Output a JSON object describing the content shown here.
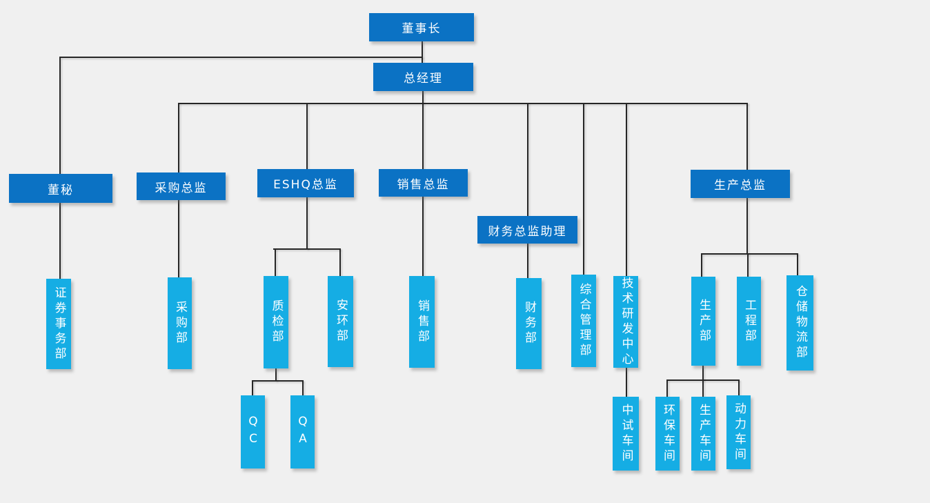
{
  "colors": {
    "level_box": "#0b72c4",
    "dept_box": "#15ade4",
    "connector": "#262626",
    "background": "#f0f0f0",
    "text": "#ffffff"
  },
  "org": {
    "chairman": {
      "label": "董事长",
      "reports_to": null
    },
    "general_manager": {
      "label": "总经理",
      "reports_to": "董事长"
    },
    "board_secretary": {
      "label": "董秘",
      "reports_to": "董事长"
    },
    "procurement_director": {
      "label": "采购总监",
      "reports_to": "总经理"
    },
    "eshq_director": {
      "label": "ESHQ总监",
      "reports_to": "总经理"
    },
    "sales_director": {
      "label": "销售总监",
      "reports_to": "总经理"
    },
    "finance_director_assistant": {
      "label": "财务总监助理",
      "reports_to": "总经理"
    },
    "production_director": {
      "label": "生产总监",
      "reports_to": "总经理"
    },
    "securities_affairs_dept": {
      "label": "证券事务部",
      "reports_to": "董秘"
    },
    "procurement_dept": {
      "label": "采购部",
      "reports_to": "采购总监"
    },
    "quality_inspection_dept": {
      "label": "质检部",
      "reports_to": "ESHQ总监"
    },
    "safety_env_dept": {
      "label": "安环部",
      "reports_to": "ESHQ总监"
    },
    "sales_dept": {
      "label": "销售部",
      "reports_to": "销售总监"
    },
    "finance_dept": {
      "label": "财务部",
      "reports_to": "财务总监助理"
    },
    "general_management_dept": {
      "label": "综合管理部",
      "reports_to": "总经理"
    },
    "tech_rd_center": {
      "label": "技术研发中心",
      "reports_to": "总经理"
    },
    "production_dept": {
      "label": "生产部",
      "reports_to": "生产总监"
    },
    "engineering_dept": {
      "label": "工程部",
      "reports_to": "生产总监"
    },
    "warehouse_logistics_dept": {
      "label": "仓储物流部",
      "reports_to": "生产总监"
    },
    "qc": {
      "label": "QC",
      "reports_to": "质检部"
    },
    "qa": {
      "label": "QA",
      "reports_to": "质检部"
    },
    "pilot_workshop": {
      "label": "中试车间",
      "reports_to": "技术研发中心"
    },
    "env_protection_workshop": {
      "label": "环保车间",
      "reports_to": "生产部"
    },
    "production_workshop": {
      "label": "生产车间",
      "reports_to": "生产部"
    },
    "power_workshop": {
      "label": "动力车间",
      "reports_to": "生产部"
    }
  }
}
